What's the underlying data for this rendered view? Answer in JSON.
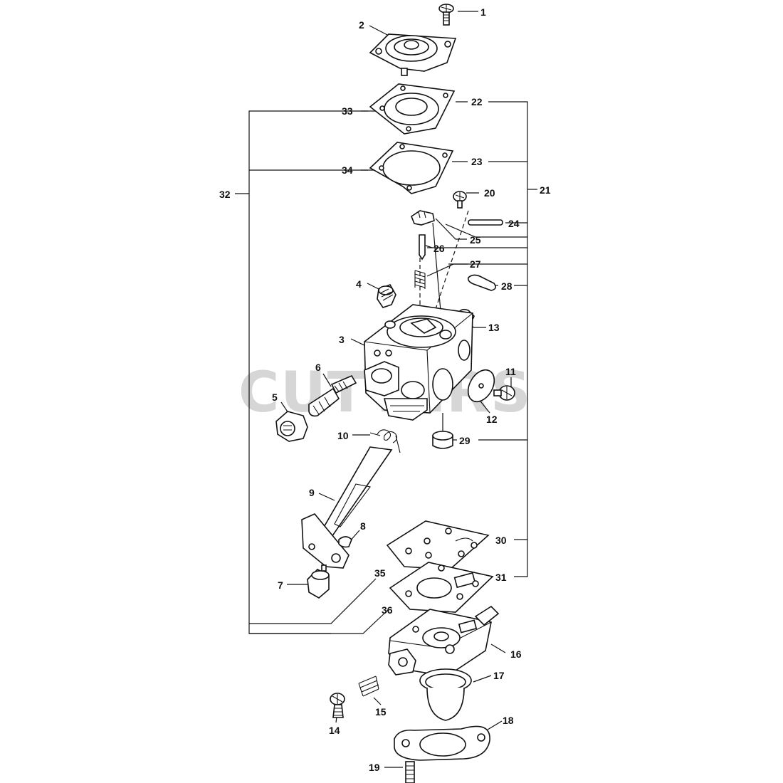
{
  "watermark": "CUTTERS",
  "callouts": {
    "c1": "1",
    "c2": "2",
    "c3": "3",
    "c4": "4",
    "c5": "5",
    "c6": "6",
    "c7": "7",
    "c8": "8",
    "c9": "9",
    "c10": "10",
    "c11": "11",
    "c12": "12",
    "c13": "13",
    "c14": "14",
    "c15": "15",
    "c16": "16",
    "c17": "17",
    "c18": "18",
    "c19": "19",
    "c20": "20",
    "c21": "21",
    "c22": "22",
    "c23": "23",
    "c24": "24",
    "c25": "25",
    "c26": "26",
    "c27": "27",
    "c28": "28",
    "c29": "29",
    "c30": "30",
    "c31": "31",
    "c32": "32",
    "c33": "33",
    "c34": "34",
    "c35": "35",
    "c36": "36"
  },
  "colors": {
    "line": "#111111",
    "watermark": "#cfcfcf",
    "background": "#ffffff"
  }
}
